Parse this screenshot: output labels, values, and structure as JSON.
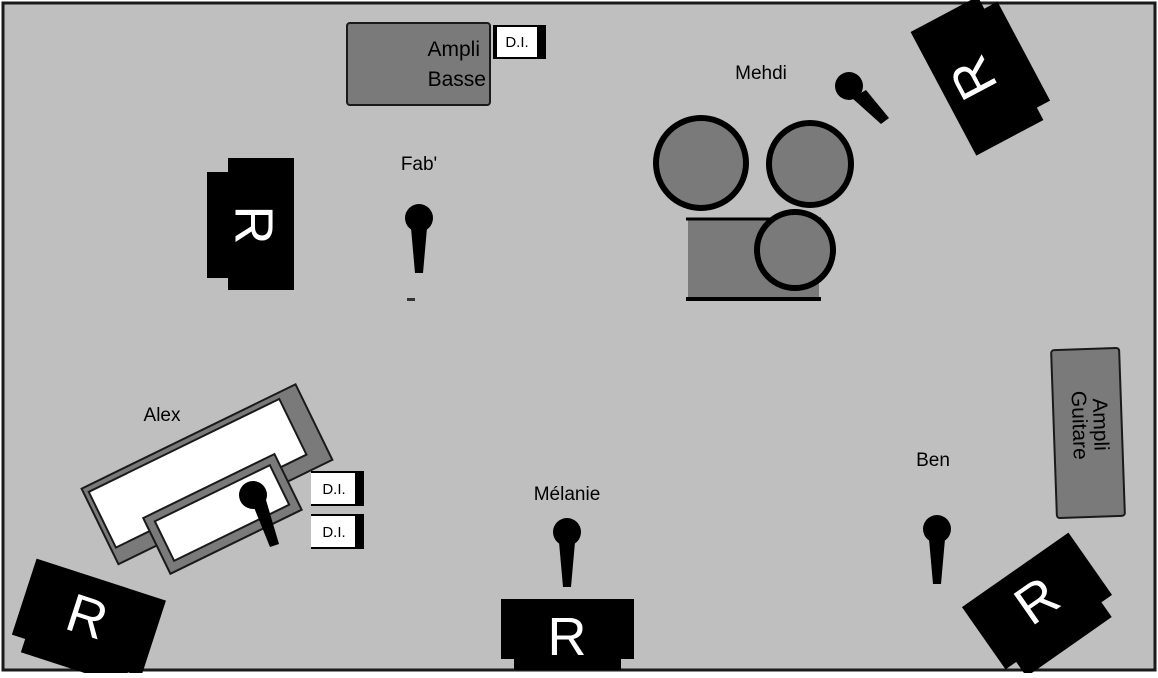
{
  "title": "",
  "colors": {
    "stage_floor": "#bfbfbf",
    "outline": "#1a1a1a",
    "wedge": "#000000",
    "amp": "#7a7a7a",
    "drum": "#7a7a7a",
    "keyboard": "#ffffff",
    "di_box": "#ffffff"
  },
  "musicians": {
    "fab": "Fab'",
    "mehdi": "Mehdi",
    "alex": "Alex",
    "melanie": "Mélanie",
    "ben": "Ben"
  },
  "amps": {
    "bass": {
      "line1": "Ampli",
      "line2": "Basse"
    },
    "guitar": {
      "line1": "Ampli",
      "line2": "Guitare"
    }
  },
  "di_label": "D.I.",
  "wedge_label": "R",
  "icons": {
    "monitor": "wedge-monitor-icon",
    "mic": "microphone-icon",
    "drum": "drum-icon",
    "keyboard": "keyboard-icon",
    "di": "di-box-icon"
  }
}
